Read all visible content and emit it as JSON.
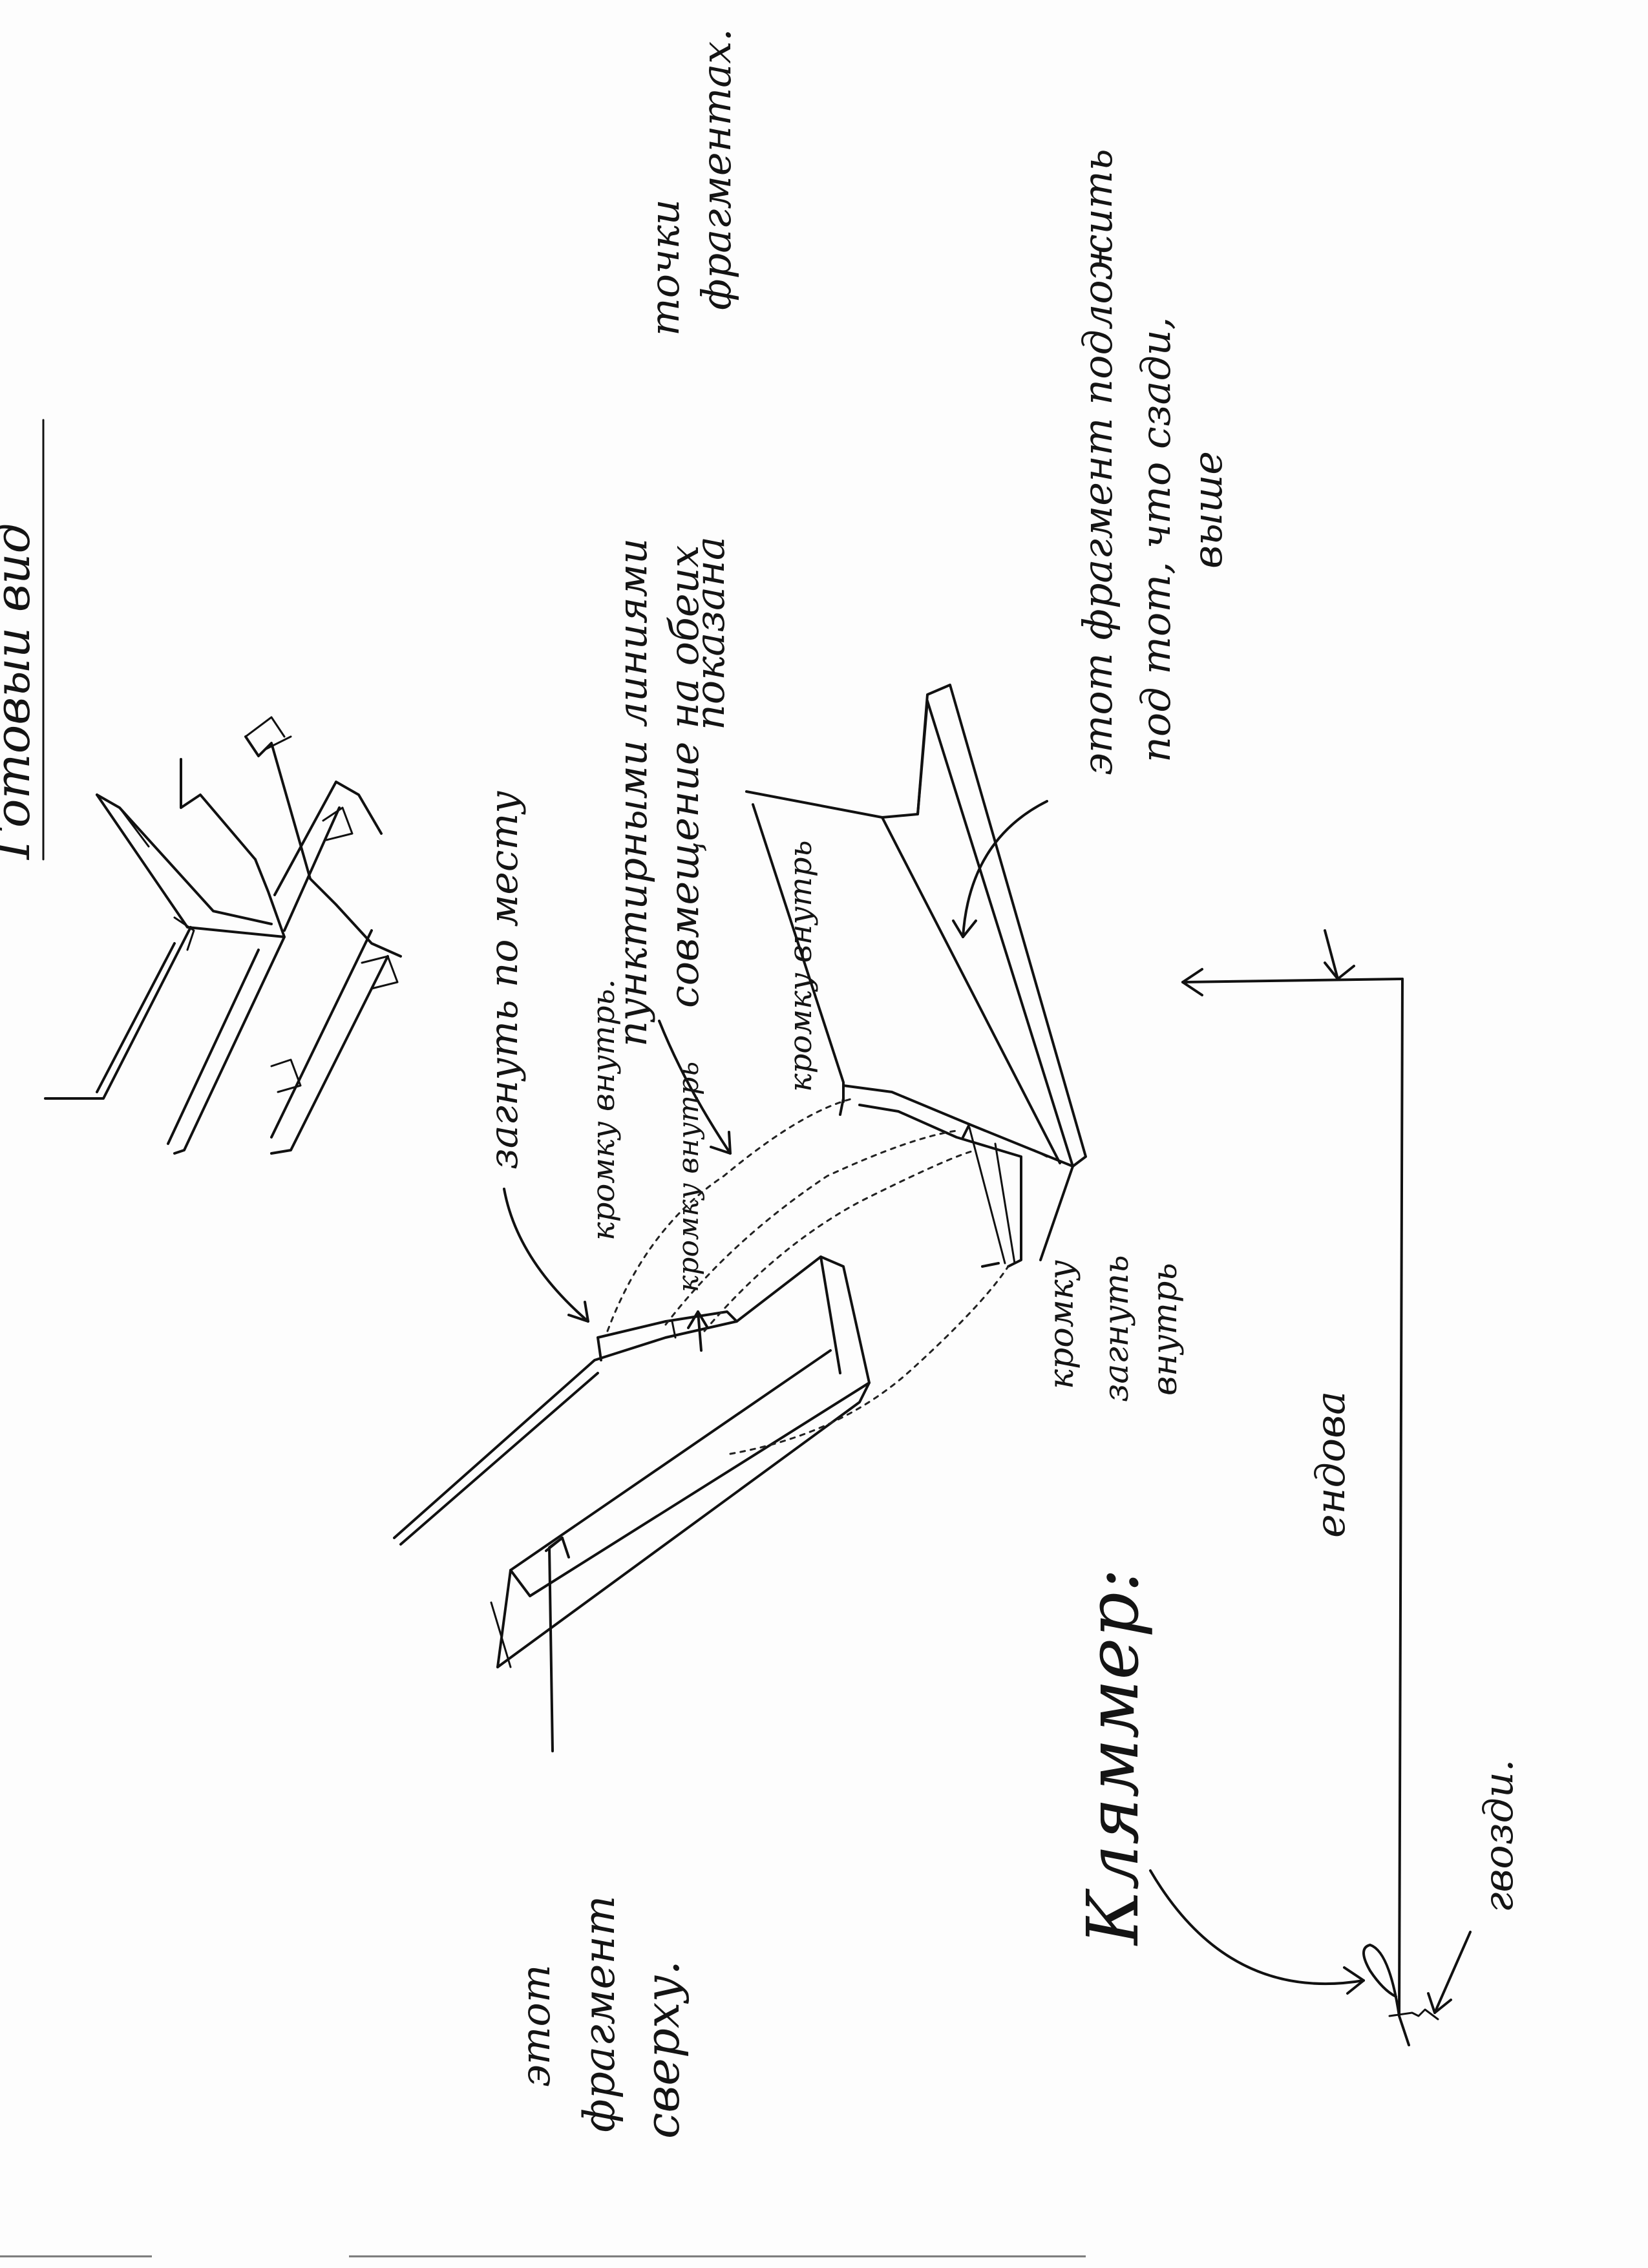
{
  "title": "Готовый вид",
  "notes": {
    "top_right": [
      "показана",
      "пунктирными линиями",
      "совмещение на обеих",
      "точки",
      "фрагментах."
    ],
    "right": [
      "этот фрагмент подложить",
      "под тот, что сзади,",
      "выше"
    ],
    "bend_into_place": "загнуть по месту",
    "edge_in_a": "кромку внутрь",
    "edge_in_b": "кромку внутрь.",
    "edge_in_c": "кромку внутрь",
    "edge_bend_lower": [
      "кромку",
      "загнуть",
      "внутрь"
    ],
    "fragment_top": [
      "этот",
      "фрагмент",
      "сверху."
    ],
    "valley": "ендова",
    "clamp": "Кляммер:",
    "nails": "гвозди."
  },
  "colors": {
    "ink": "#111111",
    "paper": "#fdfdfd"
  }
}
